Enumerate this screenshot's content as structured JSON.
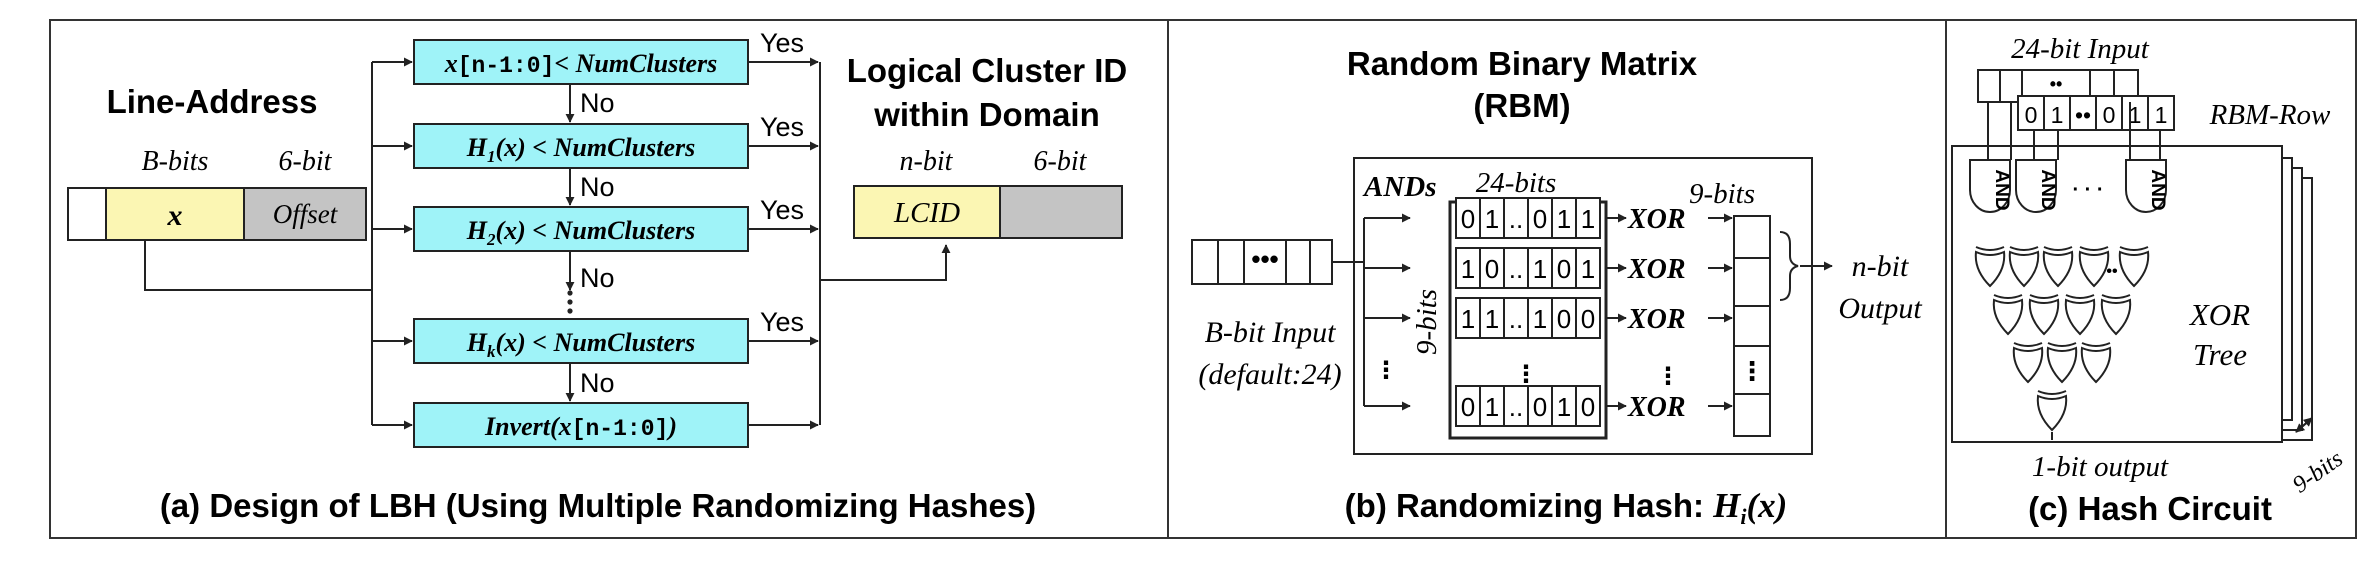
{
  "panel_a": {
    "caption": "(a) Design of LBH (Using Multiple Randomizing Hashes)",
    "line_address_title": "Line-Address",
    "b_bits_label": "B-bits",
    "six_bit_label": "6-bit",
    "x_label": "x",
    "offset_label": "Offset",
    "lcid_title_line1": "Logical Cluster ID",
    "lcid_title_line2": "within Domain",
    "n_bit_label": "n-bit",
    "lcid_six_bit_label": "6-bit",
    "lcid_label": "LCID",
    "box1_pre": "x",
    "box1_mono": "[n-1:0]",
    "box1_post": "< NumClusters",
    "box2_pre": "H",
    "box2_sub": "1",
    "box2_post": "(x) < NumClusters",
    "box3_pre": "H",
    "box3_sub": "2",
    "box3_post": "(x) < NumClusters",
    "box4_pre": "H",
    "box4_sub": "k",
    "box4_post": "(x) < NumClusters",
    "box5_pre": "Invert(x",
    "box5_mono": "[n-1:0]",
    "box5_post": ")",
    "yes_label": "Yes",
    "no_label": "No"
  },
  "panel_b": {
    "caption_text": "(b) Randomizing Hash: ",
    "caption_h": "H",
    "caption_sub": "i",
    "caption_x": "(x)",
    "title_line1": "Random Binary Matrix",
    "title_line2": "(RBM)",
    "ands_label": "ANDs",
    "bits24_label": "24-bits",
    "bits9_top_label": "9-bits",
    "bits9_side_label": "9-bits",
    "xor_label": "XOR",
    "input_line1": "B-bit Input",
    "input_line2": "(default:24)",
    "output_line1": "n-bit",
    "output_line2": "Output",
    "matrix_rows": [
      [
        "0",
        "1",
        "..",
        "0",
        "1",
        "1"
      ],
      [
        "1",
        "0",
        "..",
        "1",
        "0",
        "1"
      ],
      [
        "1",
        "1",
        "..",
        "1",
        "0",
        "0"
      ],
      [
        "0",
        "1",
        "..",
        "0",
        "1",
        "0"
      ]
    ]
  },
  "panel_c": {
    "caption": "(c) Hash Circuit",
    "input_label": "24-bit Input",
    "rbm_row_label": "RBM-Row",
    "rbm_row_bits": [
      "0",
      "1",
      "••",
      "0",
      "1",
      "1"
    ],
    "and_label": "AND",
    "xor_tree_line1": "XOR",
    "xor_tree_line2": "Tree",
    "output_label": "1-bit output",
    "nine_bits_label": "9-bits"
  },
  "colors": {
    "cyan_box": "#9ff3f8",
    "yellow_box": "#fbf6b3",
    "gray_box": "#c4c4c4",
    "line": "#222222"
  }
}
